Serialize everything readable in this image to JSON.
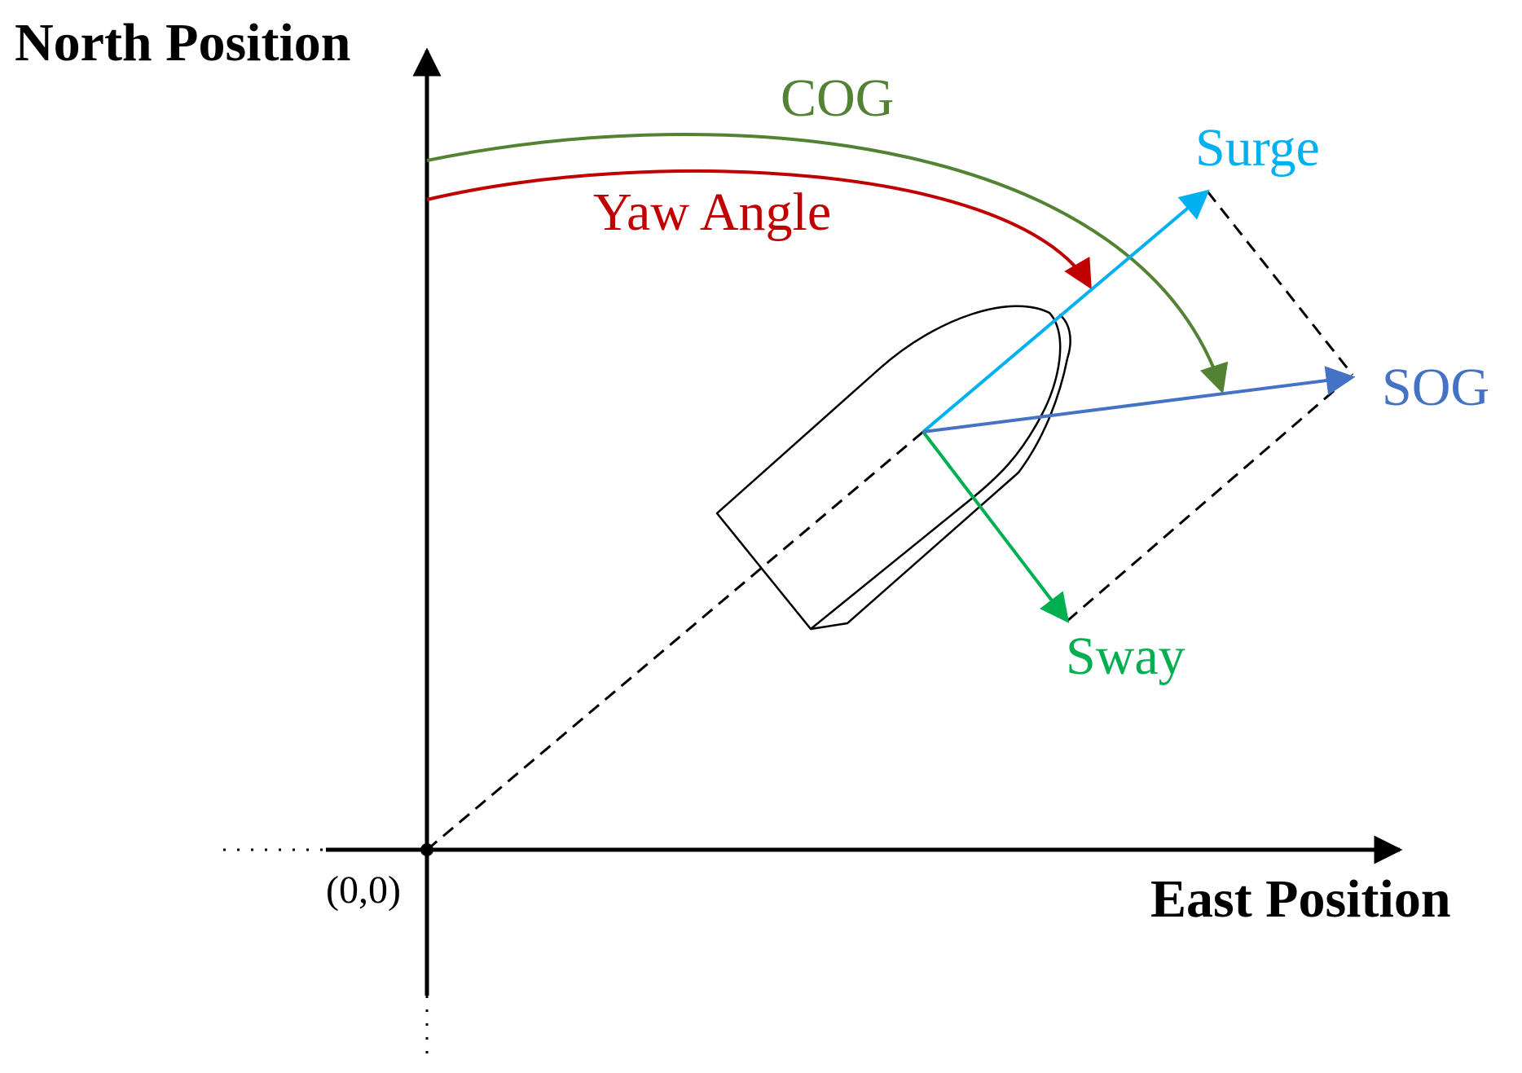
{
  "labels": {
    "north_axis": "North Position",
    "east_axis": "East Position",
    "origin": "(0,0)",
    "cog": "COG",
    "yaw": "Yaw Angle",
    "surge": "Surge",
    "sway": "Sway",
    "sog": "SOG"
  },
  "colors": {
    "axis": "#000000",
    "cog": "#548235",
    "yaw": "#c00000",
    "surge": "#00b0f0",
    "sway": "#00b050",
    "sog": "#4472c4",
    "hull": "#000000",
    "dashed": "#000000"
  }
}
